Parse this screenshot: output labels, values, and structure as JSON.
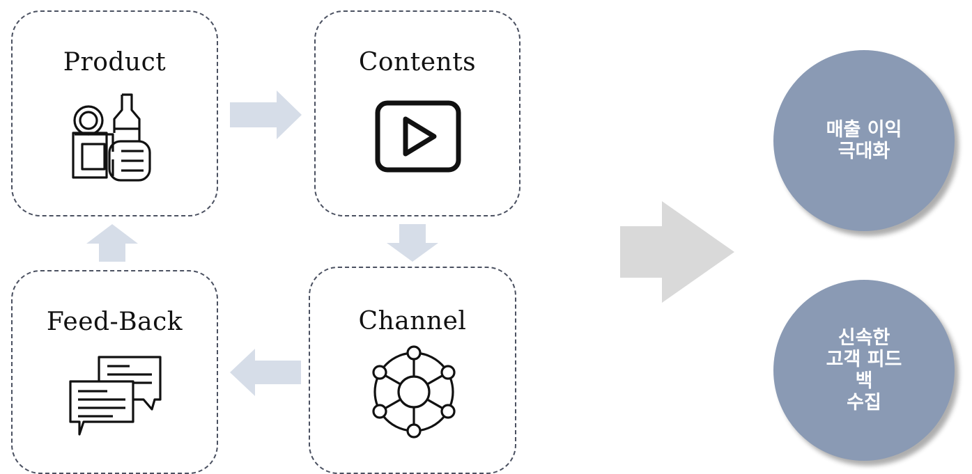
{
  "cycle": {
    "product": {
      "title": "Product",
      "icon": "cosmetics-bottles-icon"
    },
    "contents": {
      "title": "Contents",
      "icon": "play-video-icon"
    },
    "channel": {
      "title": "Channel",
      "icon": "network-hub-icon"
    },
    "feedback": {
      "title": "Feed-Back",
      "icon": "chat-bubbles-icon"
    }
  },
  "outcomes": {
    "first": "매출 이익\n극대화",
    "second": "신속한\n고객 피드\n백\n수집"
  },
  "colors": {
    "box_border": "#4a5060",
    "small_arrow": "#d6dde8",
    "big_arrow": "#d9d9d9",
    "circle_fill": "#8a9ab4"
  }
}
